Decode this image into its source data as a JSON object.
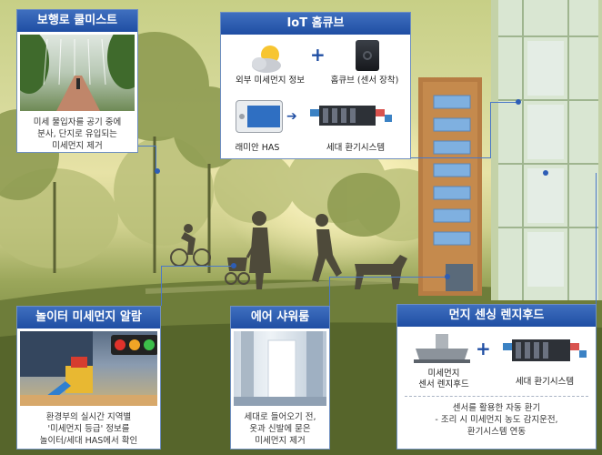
{
  "panels": {
    "mist": {
      "title": "보행로 쿨미스트",
      "lines": [
        "미세 물입자를 공기 중에",
        "분사, 단지로 유입되는",
        "미세먼지 제거"
      ]
    },
    "iot": {
      "title": "IoT  홈큐브",
      "outside_label": "외부 미세먼지 정보",
      "cube_label": "홈큐브 (센서 장착)",
      "has_label": "래미안 HAS",
      "vent_label": "세대 환기시스템"
    },
    "alarm": {
      "title": "놀이터 미세먼지 알람",
      "lines": [
        "환경부의 실시간 지역별",
        "'미세먼지 등급' 정보를",
        "놀이터/세대 HAS에서 확인"
      ]
    },
    "air": {
      "title": "에어 샤워룸",
      "lines": [
        "세대로 들어오기 전,",
        "옷과 신발에 묻은",
        "미세먼지 제거"
      ]
    },
    "hood": {
      "title": "먼지 센싱 렌지후드",
      "hood_label_1": "미세먼지",
      "hood_label_2": "센서 렌지후드",
      "vent_label": "세대 환기시스템",
      "lines": [
        "센서를 활용한 자동 환기",
        "- 조리 시 미세먼지 농도 감지운전,",
        "환기시스템 연동"
      ]
    }
  },
  "colors": {
    "title_bg": "#1f4ea3",
    "connector": "#4a78c8"
  }
}
